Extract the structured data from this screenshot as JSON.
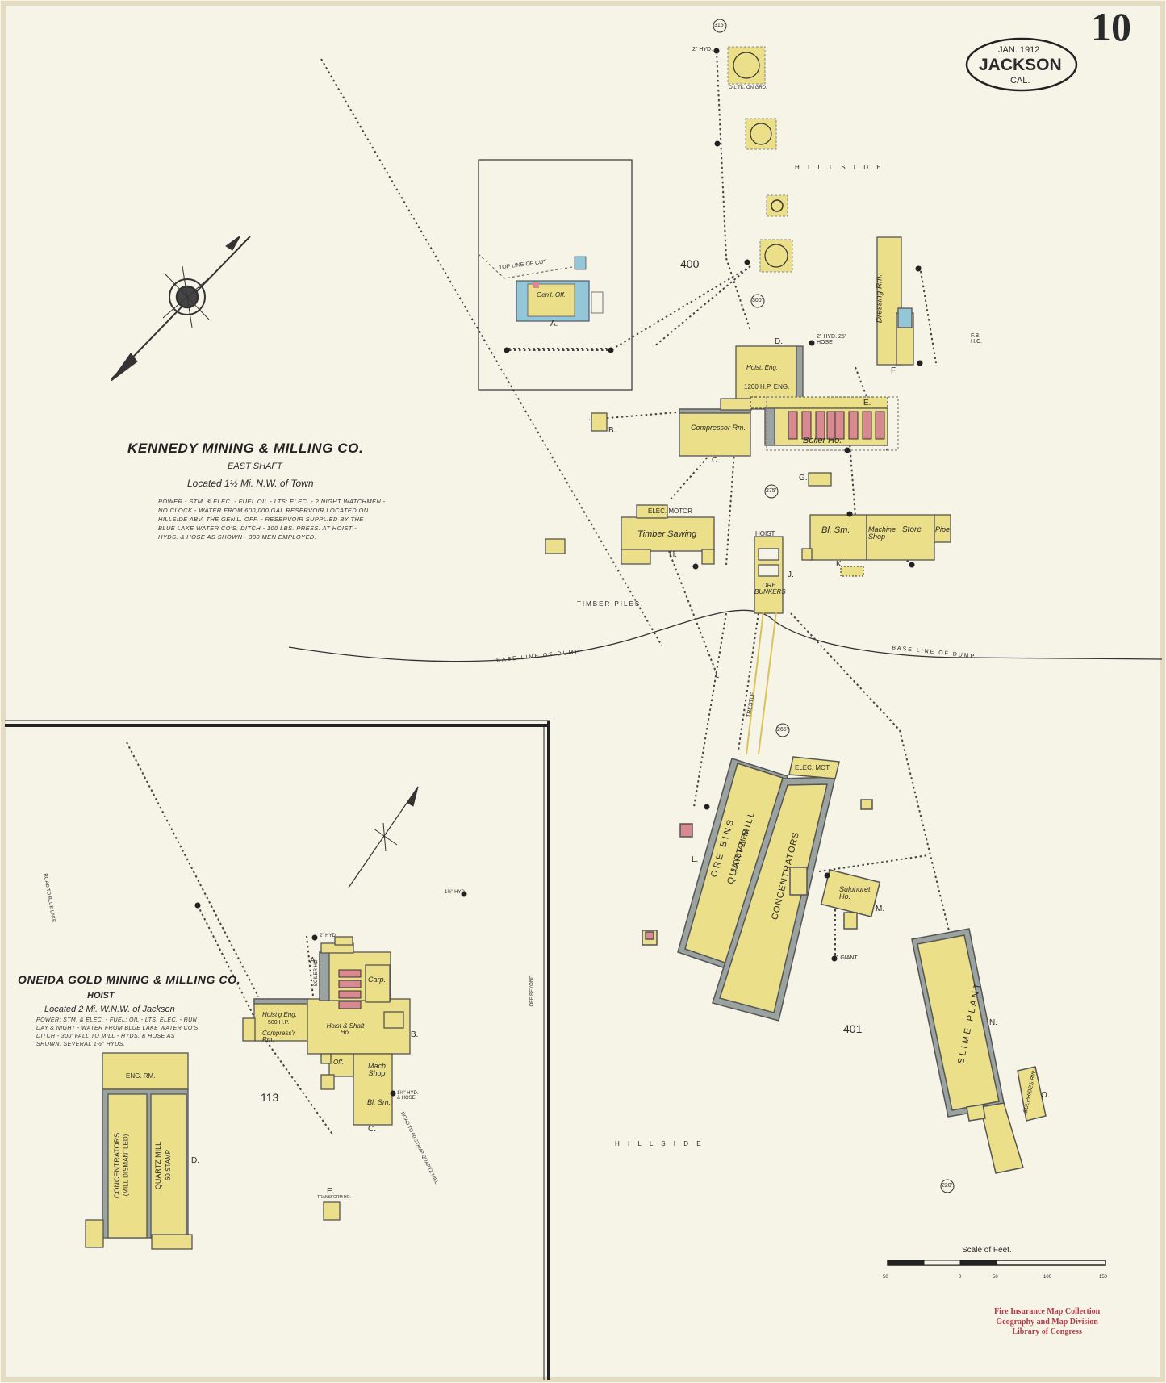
{
  "sheet": {
    "number": "10",
    "cartouche": {
      "date": "JAN. 1912",
      "town": "JACKSON",
      "state": "CAL."
    }
  },
  "kennedy": {
    "company": "KENNEDY MINING & MILLING CO.",
    "subtitle": "EAST SHAFT",
    "location": "Located 1½ Mi. N.W. of Town",
    "notes": [
      "POWER - STM. & ELEC. - FUEL OIL - LTS: ELEC. - 2 NIGHT WATCHMEN -",
      "NO CLOCK - WATER FROM 600,000 GAL RESERVOIR LOCATED ON",
      "HILLSIDE ABV. THE GEN'L. OFF. - RESERVOIR SUPPLIED BY THE",
      "BLUE LAKE WATER CO'S. DITCH - 100 LBS. PRESS. AT HOIST -",
      "HYDS. & HOSE AS SHOWN - 300 MEN EMPLOYED."
    ],
    "block_400": "400",
    "block_401": "401",
    "buildings": {
      "hoist_eng": "Hoist. Eng.",
      "hoist_hp": "1200 H.P. ENG.",
      "compressor": "Compressor Rm.",
      "boiler": "Boiler Ho.",
      "timber_sawing": "Timber Sawing",
      "elec_motor": "ELEC. MOTOR",
      "bl_sm": "Bl. Sm.",
      "machine_shop": "Machine Shop",
      "store": "Store",
      "pipe": "Pipe",
      "dressing": "Dressing Rm.",
      "hoist": "HOIST",
      "ore_bunkers": "ORE BUNKERS",
      "ore_bins": "ORE BINS",
      "quartz_mill": "QUARTZ MILL",
      "stamps": "100 STAMPS",
      "concentrators": "CONCENTRATORS",
      "elec_mot": "ELEC. MOT.",
      "sulphuret": "Sulphuret Ho.",
      "slime_plant": "SLIME PLANT",
      "sulphides": "SULPHIDES BIN",
      "genl_off": "Gen'l. Off."
    },
    "letters": [
      "A.",
      "B.",
      "C.",
      "D.",
      "E.",
      "F.",
      "G.",
      "H.",
      "J.",
      "K.",
      "L.",
      "M.",
      "N.",
      "O."
    ],
    "map_text": {
      "hillside_top": "H I L L   S I D E",
      "hillside_bottom": "H I L L   S I D E",
      "timber_piles": "TIMBER   PILES.",
      "base_line_left": "BASE   LINE   OF   DUMP",
      "base_line_right": "BASE   LINE   OF   DUMP",
      "top_line_cut": "TOP LINE OF CUT",
      "trestle": "TRESTLE",
      "hyd_2": "2\" HYD.",
      "hyd_hose": "2\" HYD. 25' HOSE",
      "giant": "2\" GIANT",
      "oil_tk": "OIL TK. ON GRD.",
      "fire_hc": "F.B. H.C.",
      "elevations": [
        "315'",
        "300'",
        "275'",
        "265'",
        "220'"
      ]
    }
  },
  "oneida": {
    "company": "ONEIDA GOLD MINING & MILLING CO.",
    "subtitle": "HOIST",
    "location": "Located 2 Mi. W.N.W. of Jackson",
    "notes": [
      "POWER: STM. & ELEC. - FUEL: OIL - LTS: ELEC. - RUN",
      "DAY & NIGHT - WATER FROM BLUE LAKE WATER CO'S",
      "DITCH - 300' FALL TO MILL - HYDS. & HOSE AS",
      "SHOWN. SEVERAL 1½\" HYDS."
    ],
    "block_113": "113",
    "buildings": {
      "hoist_eng": "Hoist'g Eng.",
      "hoist_hp": "500 H.P.",
      "compress": "Compress'r Rm.",
      "hoist_shaft": "Hoist & Shaft Ho.",
      "carp": "Carp.",
      "mach_shop": "Mach Shop",
      "bl_sm": "Bl. Sm.",
      "off": "Off.",
      "eng_rm": "ENG. RM.",
      "concentrators": "CONCENTRATORS",
      "mill_dismantled": "(MILL DISMANTLED)",
      "quartz_mill": "QUARTZ MILL",
      "stamp": "60 STAMP",
      "boiler": "BOILER HO.",
      "transformer": "TRANSFORM HO."
    },
    "letters": [
      "A.",
      "B.",
      "C.",
      "D.",
      "E."
    ],
    "map_text": {
      "road_left": "ROAD TO BLUE LAKE",
      "road_right": "ROAD TO 60 STAMP QUARTZ MILL",
      "off_beyond": "OFF BEYOND",
      "hyd_2": "2\" HYD.",
      "hyd_12": "1½\" HYD.",
      "hyd_hose": "1½\" HYD. & HOSE"
    }
  },
  "scale": {
    "title": "Scale of Feet.",
    "ticks": [
      "50",
      "0",
      "50",
      "100",
      "150"
    ]
  },
  "stamp": {
    "line1": "Fire Insurance Map Collection",
    "line2": "Geography and Map Division",
    "line3": "Library of Congress"
  },
  "colors": {
    "paper": "#f6f3e7",
    "frame": "#eae1a0",
    "yellow": "#ecdf8a",
    "blue": "#93c6d6",
    "pink": "#d88a90",
    "gray": "#9aa3a0",
    "ink": "#2a2a2a",
    "stamp": "#b03a45"
  }
}
